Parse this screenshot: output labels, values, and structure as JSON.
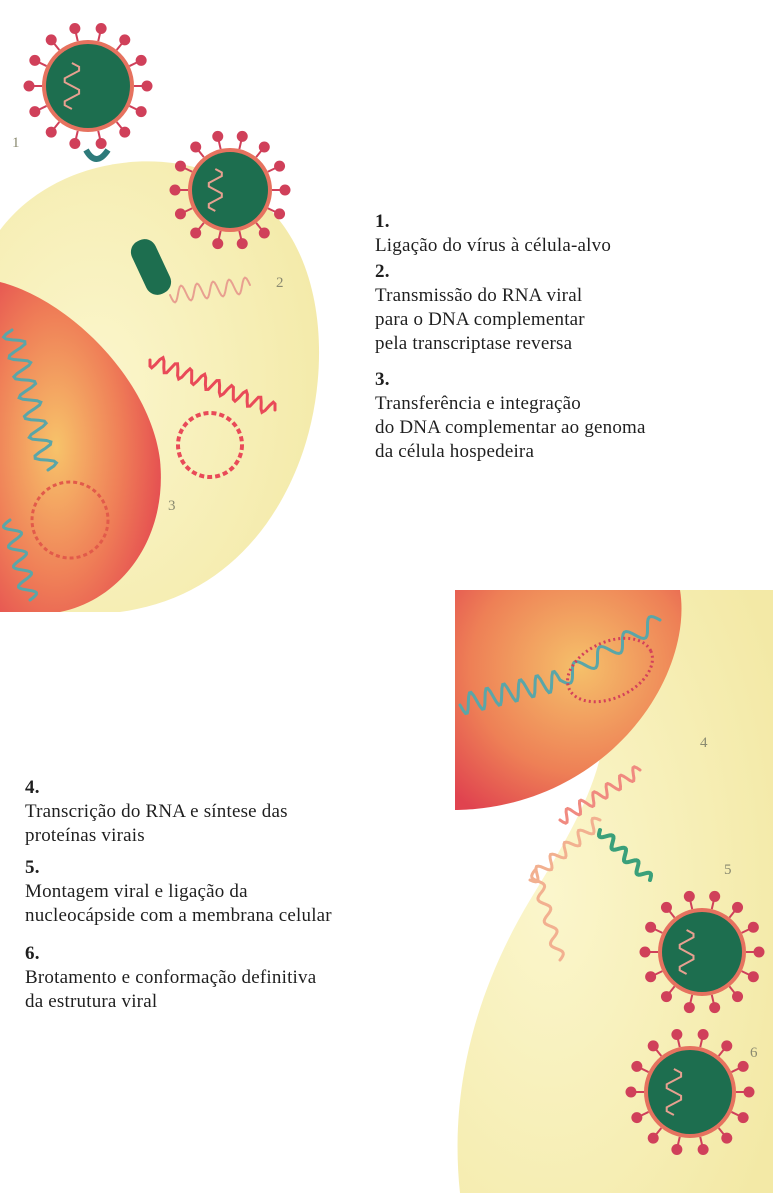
{
  "steps": [
    {
      "num": "1.",
      "text": "Ligação do vírus à célula-alvo"
    },
    {
      "num": "2.",
      "text": "Transmissão do RNA viral\npara o DNA complementar\npela transcriptase reversa"
    },
    {
      "num": "3.",
      "text": "Transferência e integração\ndo DNA complementar ao genoma\nda célula hospedeira"
    },
    {
      "num": "4.",
      "text": "Transcrição do RNA e síntese das\nproteínas virais"
    },
    {
      "num": "5.",
      "text": "Montagem viral e ligação da\nnucleocápside com a membrana celular"
    },
    {
      "num": "6.",
      "text": "Brotamento e conformação definitiva\nda estrutura viral"
    }
  ],
  "figure_numbers": [
    "1",
    "2",
    "3",
    "4",
    "5",
    "6"
  ],
  "colors": {
    "cytoplasm": "#f6efb4",
    "nucleus": "#e94a58",
    "capsid": "#1d6e4f",
    "spike": "#d0405a",
    "rna": "#e8a090",
    "dna": "#5aa6a8"
  }
}
